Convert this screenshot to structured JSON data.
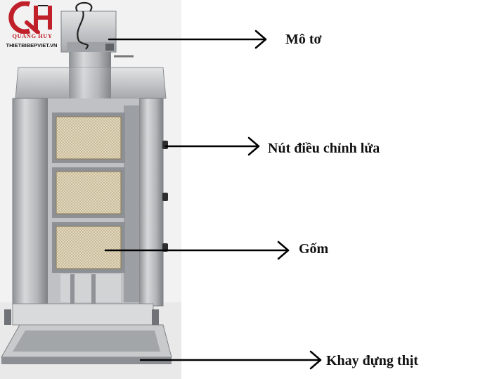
{
  "logo": {
    "brand": "QUANG HUY",
    "site": "THIETBIBEPVIET.VN",
    "icon": "qh-monogram-icon",
    "colors": {
      "red": "#c0202a",
      "dark": "#1a1a1a"
    }
  },
  "labels": {
    "motor": "Mô tơ",
    "knob": "Nút điều chỉnh lửa",
    "ceramic": "Gốm",
    "tray": "Khay đựng thịt"
  },
  "colors": {
    "steel_light": "#cfd0d2",
    "steel_mid": "#a9abae",
    "steel_dark": "#6f7276",
    "burner": "#d9c9a3",
    "background_panel": "#f1f1f1",
    "arrow": "#000000"
  }
}
